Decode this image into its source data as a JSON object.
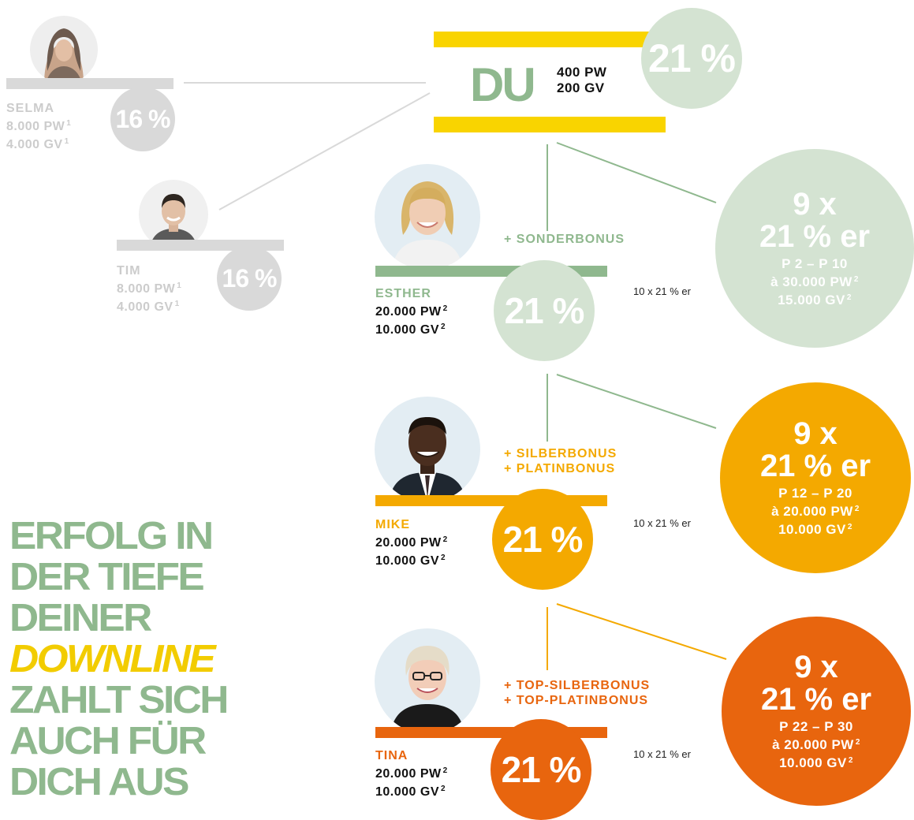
{
  "colors": {
    "green": "#8fb88e",
    "light_green": "#d4e3d2",
    "gray": "#d9d9d9",
    "gray_text": "#cccccc",
    "yellow": "#f9d400",
    "amber": "#f4a900",
    "orange": "#e8650e",
    "black": "#111111"
  },
  "du": {
    "label": "DU",
    "pw": "400 PW",
    "gv": "200 GV",
    "percent": "21 %"
  },
  "selma": {
    "name": "SELMA",
    "pw": "8.000 PW",
    "gv": "4.000 GV",
    "sup": "1",
    "percent": "16 %",
    "avatar_icon": "person-headscarf-icon"
  },
  "tim": {
    "name": "TIM",
    "pw": "8.000 PW",
    "gv": "4.000 GV",
    "sup": "1",
    "percent": "16 %",
    "avatar_icon": "person-man-icon"
  },
  "esther": {
    "name": "ESTHER",
    "pw": "20.000 PW",
    "gv": "10.000 GV",
    "sup": "2",
    "percent": "21 %",
    "bonus": "+ SONDERBONUS",
    "note": "10 x 21 % er",
    "avatar_icon": "person-woman-icon"
  },
  "mike": {
    "name": "MIKE",
    "pw": "20.000 PW",
    "gv": "10.000 GV",
    "sup": "2",
    "percent": "21 %",
    "bonus1": "+ SILBERBONUS",
    "bonus2": "+ PLATINBONUS",
    "note": "10 x 21 % er",
    "avatar_icon": "person-man-suit-icon"
  },
  "tina": {
    "name": "TINA",
    "pw": "20.000 PW",
    "gv": "10.000 GV",
    "sup": "2",
    "percent": "21 %",
    "bonus1": "+ TOP-SILBERBONUS",
    "bonus2": "+ TOP-PLATINBONUS",
    "note": "10 x 21 % er",
    "avatar_icon": "person-woman-glasses-icon"
  },
  "group1": {
    "count": "9 x",
    "percent_er": "21 % er",
    "range": "P 2 – P 10",
    "pw": "à 30.000 PW",
    "gv": "15.000 GV",
    "sup": "2"
  },
  "group2": {
    "count": "9 x",
    "percent_er": "21 % er",
    "range": "P 12 – P 20",
    "pw": "à 20.000 PW",
    "gv": "10.000 GV",
    "sup": "2"
  },
  "group3": {
    "count": "9 x",
    "percent_er": "21 % er",
    "range": "P 22 – P 30",
    "pw": "à 20.000 PW",
    "gv": "10.000 GV",
    "sup": "2"
  },
  "headline": {
    "line1": "ERFOLG IN",
    "line2": "DER TIEFE",
    "line3": "DEINER",
    "line4": "DOWNLINE",
    "line5": "ZAHLT SICH",
    "line6": "AUCH FÜR",
    "line7": "DICH AUS"
  }
}
